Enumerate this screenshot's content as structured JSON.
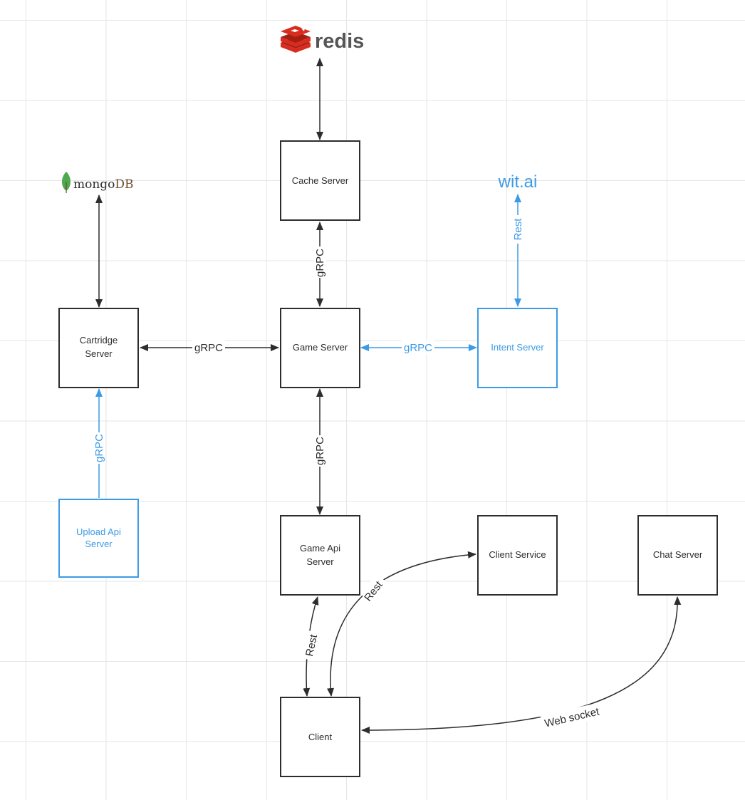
{
  "logos": {
    "redis": "redis",
    "mongo_prefix": "mongo",
    "mongo_suffix": "DB",
    "wit": "wit.ai"
  },
  "nodes": {
    "cache_server": [
      "Cache Server"
    ],
    "cartridge_server": [
      "Cartridge",
      "Server"
    ],
    "game_server": [
      "Game Server"
    ],
    "intent_server": [
      "Intent Server"
    ],
    "upload_api_server": [
      "Upload Api",
      "Server"
    ],
    "game_api_server": [
      "Game Api",
      "Server"
    ],
    "client_service": [
      "Client Service"
    ],
    "chat_server": [
      "Chat Server"
    ],
    "client": [
      "Client"
    ]
  },
  "edges": {
    "cache_game": "gRPC",
    "cartridge_game": "gRPC",
    "game_intent": "gRPC",
    "wit_intent": "Rest",
    "upload_cartridge": "gRPC",
    "game_gameapi": "gRPC",
    "gameapi_client": "Rest",
    "client_clientservice": "Rest",
    "chat_client": "Web socket"
  },
  "colors": {
    "black": "#2d2d2d",
    "blue": "#3c9be6",
    "redis_red": "#d82c20",
    "mongo_green": "#4fa94d",
    "mongo_brown": "#6b4f2a"
  }
}
